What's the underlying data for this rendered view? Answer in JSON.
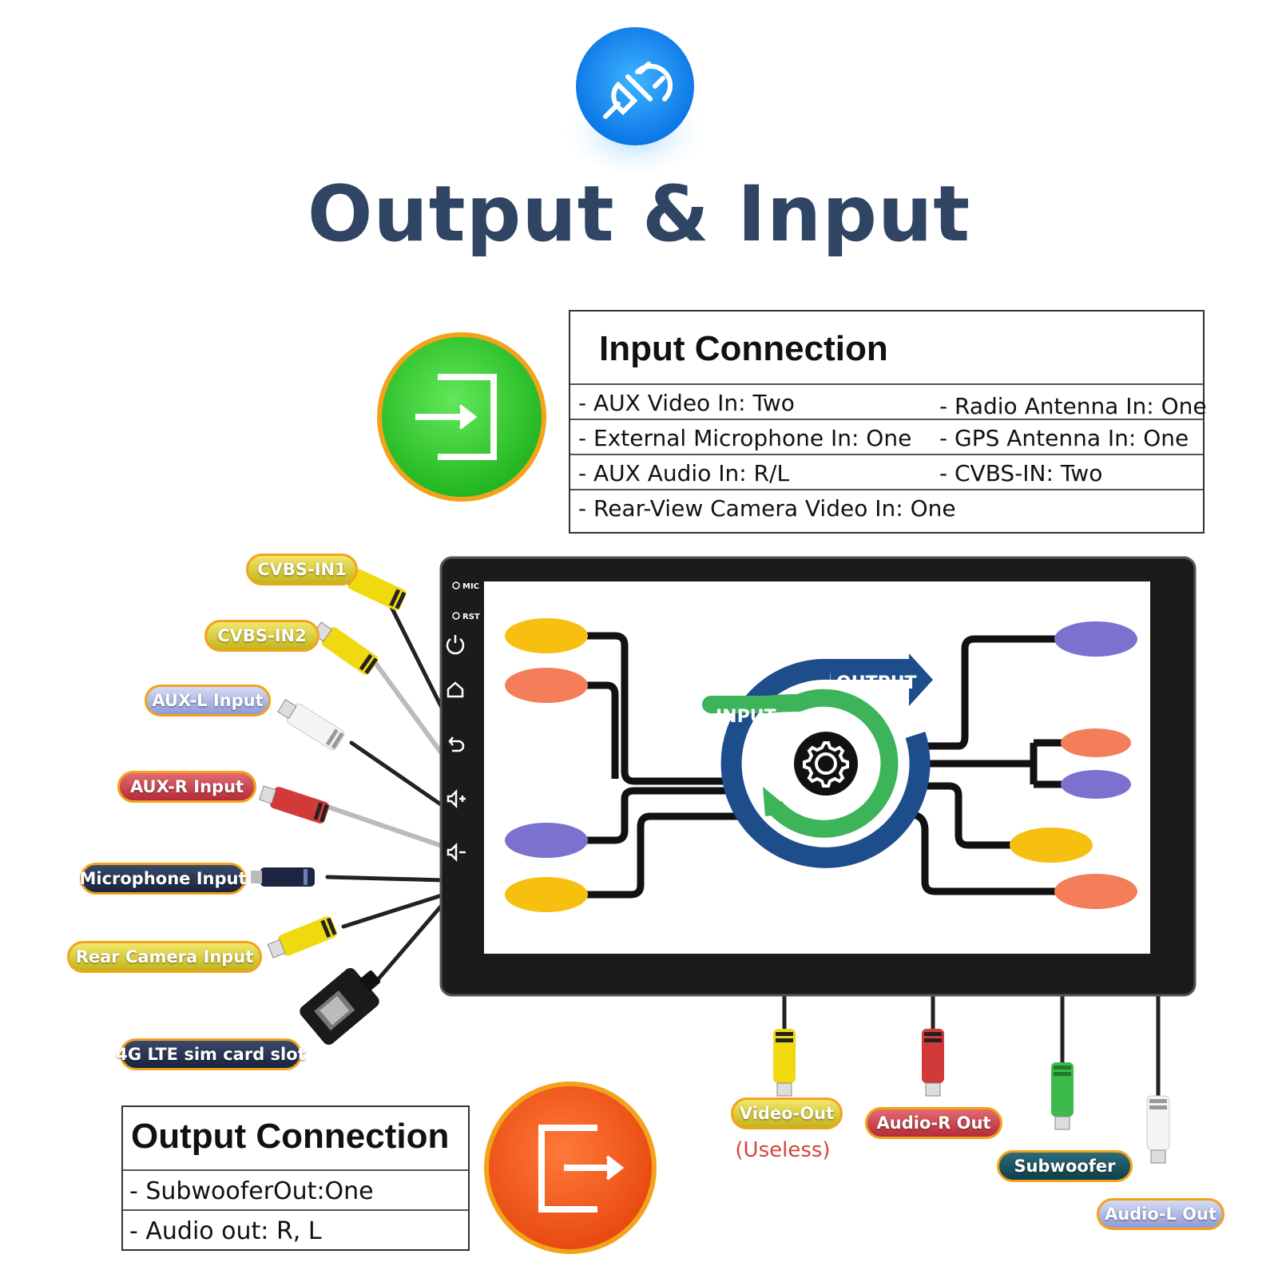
{
  "title": "Output & Input",
  "input_connection": {
    "heading": "Input Connection",
    "rows": [
      {
        "left": "- AUX Video In: Two",
        "right": "- Radio Antenna In: One"
      },
      {
        "left": "- External Microphone In: One",
        "right": "- GPS Antenna In: One"
      },
      {
        "left": "- AUX Audio In: R/L",
        "right": "- CVBS-IN: Two"
      },
      {
        "left": "- Rear-View Camera Video In: One",
        "right": ""
      }
    ]
  },
  "output_connection": {
    "heading": "Output Connection",
    "rows": [
      "- SubwooferOut:One",
      "- Audio out: R, L"
    ]
  },
  "input_labels": [
    "CVBS-IN1",
    "CVBS-IN2",
    "AUX-L Input",
    "AUX-R Input",
    "Microphone Input",
    "Rear Camera Input",
    "4G LTE sim card slot"
  ],
  "output_labels": [
    "Video-Out",
    "Audio-R Out",
    "Subwoofer",
    "Audio-L Out"
  ],
  "video_out_note": "(Useless)",
  "screen": {
    "mic_label": "MIC",
    "rst_label": "RST",
    "output_text": "OUTPUT",
    "input_text": "INPUT"
  },
  "icons": [
    "plug-icon",
    "enter-icon",
    "exit-icon",
    "power-icon",
    "home-icon",
    "back-icon",
    "volume-up-icon",
    "volume-down-icon",
    "gear-icon"
  ],
  "colors": {
    "title": "#2f4563",
    "plug_badge": "#1e90f0",
    "input_badge": "#3cc93a",
    "output_badge": "#f25a1c",
    "pill_border": "#f3a21a",
    "flow_blue": "#1e4d8c",
    "flow_green": "#3db35a"
  }
}
